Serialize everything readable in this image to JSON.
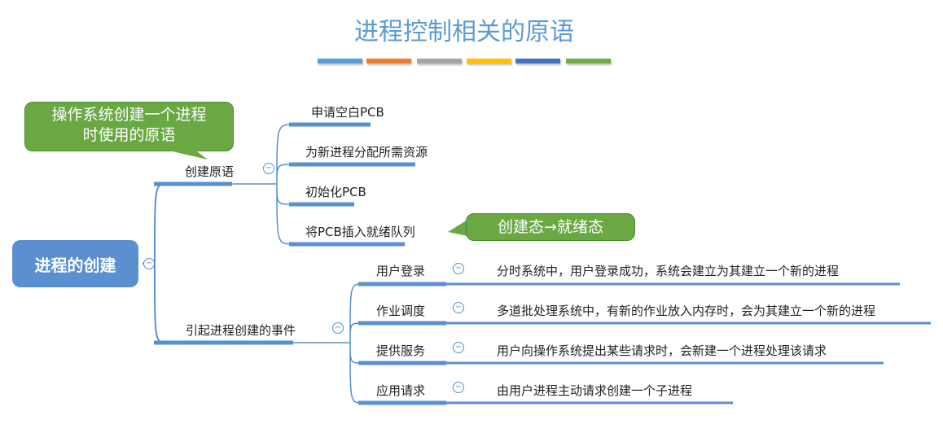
{
  "title": "进程控制相关的原语",
  "colors": [
    "#5b9bd5",
    "#ed7d31",
    "#a5a5a5",
    "#ffc000",
    "#4472c4",
    "#70ad47"
  ],
  "root": "进程的创建",
  "branch1": {
    "label": "创建原语",
    "callout": [
      "操作系统创建一个进程",
      "时使用的原语"
    ],
    "children": [
      "申请空白PCB",
      "为新进程分配所需资源",
      "初始化PCB",
      "将PCB插入就绪队列"
    ],
    "callout2": "创建态→就绪态"
  },
  "branch2": {
    "label": "引起进程创建的事件",
    "children": [
      {
        "label": "用户登录",
        "detail": "分时系统中，用户登录成功，系统会建立为其建立一个新的进程"
      },
      {
        "label": "作业调度",
        "detail": "多道批处理系统中，有新的作业放入内存时，会为其建立一个新的进程"
      },
      {
        "label": "提供服务",
        "detail": "用户向操作系统提出某些请求时，会新建一个进程处理该请求"
      },
      {
        "label": "应用请求",
        "detail": "由用户进程主动请求创建一个子进程"
      }
    ]
  }
}
